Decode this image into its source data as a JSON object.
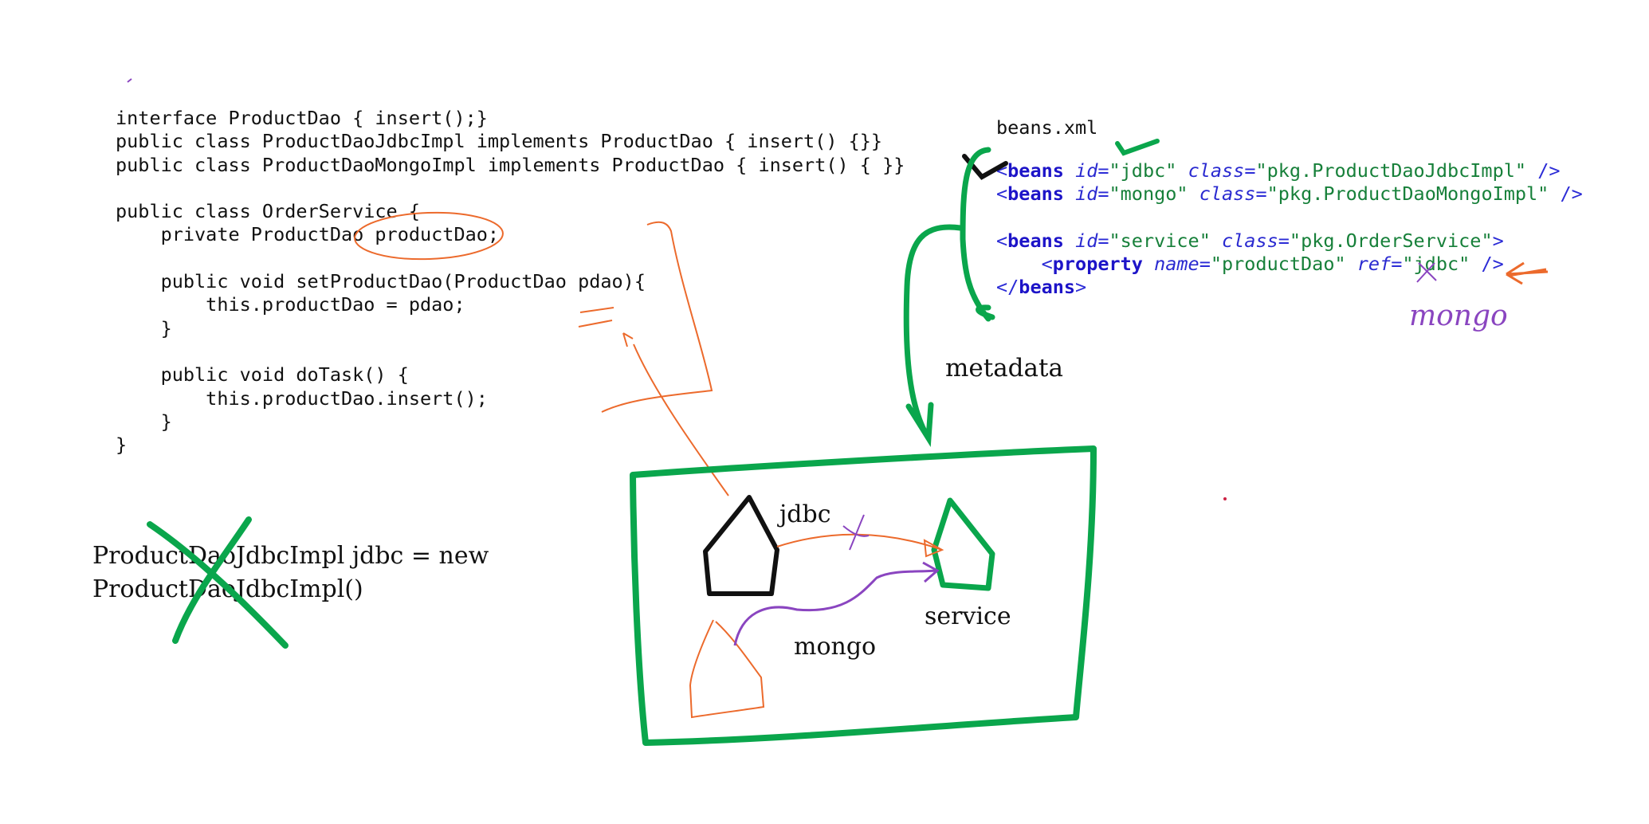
{
  "code_lines": [
    "interface ProductDao { insert();}",
    "public class ProductDaoJdbcImpl implements ProductDao { insert() {}}",
    "public class ProductDaoMongoImpl implements ProductDao { insert() { }}",
    "",
    "public class OrderService {",
    "    private ProductDao productDao;",
    "",
    "    public void setProductDao(ProductDao pdao){",
    "        this.productDao = pdao;",
    "    }",
    "",
    "    public void doTask() {",
    "        this.productDao.insert();",
    "    }",
    "}"
  ],
  "xml": {
    "filename": "beans.xml",
    "bean_tag": "beans",
    "property_tag": "property",
    "id_attr": "id",
    "class_attr": "class",
    "name_attr": "name",
    "ref_attr": "ref",
    "beans": [
      {
        "id": "\"jdbc\"",
        "class": "\"pkg.ProductDaoJdbcImpl\""
      },
      {
        "id": "\"mongo\"",
        "class": "\"pkg.ProductDaoMongoImpl\""
      },
      {
        "id": "\"service\"",
        "class": "\"pkg.OrderService\""
      }
    ],
    "property": {
      "name": "\"productDao\"",
      "ref": "\"jdbc\""
    },
    "close_tag": "beans"
  },
  "annotations": {
    "new_statement_line1": "ProductDaoJdbcImpl jdbc = new",
    "new_statement_line2": "ProductDaoJdbcImpl()",
    "metadata": "metadata",
    "jdbc": "jdbc",
    "service": "service",
    "mongo": "mongo",
    "ref_replacement": "mongo"
  },
  "colors": {
    "green": "#0aa64c",
    "orange": "#ec6a2c",
    "purple": "#8a45c0",
    "black": "#111111"
  }
}
